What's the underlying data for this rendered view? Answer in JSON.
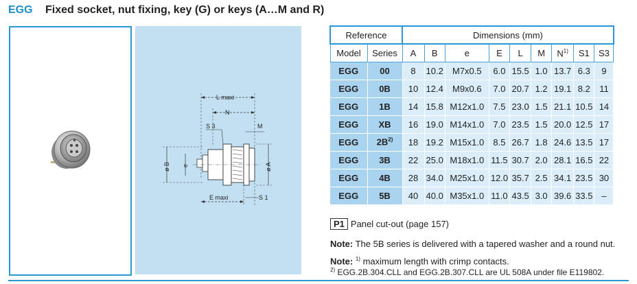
{
  "header": {
    "code": "EGG",
    "title": "Fixed socket, nut fixing, key (G) or keys (A…M and R)"
  },
  "diagram": {
    "labels": {
      "l_maxi": "L maxi",
      "n": "N",
      "s3": "S 3",
      "m": "M",
      "dia_b": "ø B",
      "e": "e",
      "dia_a": "ø A",
      "e_maxi": "E  maxi",
      "s1": "S 1"
    }
  },
  "table": {
    "group_reference": "Reference",
    "group_dimensions": "Dimensions (mm)",
    "col_model": "Model",
    "col_series": "Series",
    "columns": [
      "A",
      "B",
      "e",
      "E",
      "L",
      "M",
      "N",
      "S1",
      "S3"
    ],
    "n_sup": "1)",
    "rows": [
      {
        "model": "EGG",
        "series": "00",
        "series_sup": "",
        "vals": [
          "8",
          "10.2",
          "M7x0.5",
          "6.0",
          "15.5",
          "1.0",
          "13.7",
          "6.3",
          "9"
        ]
      },
      {
        "model": "EGG",
        "series": "0B",
        "series_sup": "",
        "vals": [
          "10",
          "12.4",
          "M9x0.6",
          "7.0",
          "20.7",
          "1.2",
          "19.1",
          "8.2",
          "11"
        ]
      },
      {
        "model": "EGG",
        "series": "1B",
        "series_sup": "",
        "vals": [
          "14",
          "15.8",
          "M12x1.0",
          "7.5",
          "23.0",
          "1.5",
          "21.1",
          "10.5",
          "14"
        ]
      },
      {
        "model": "EGG",
        "series": "XB",
        "series_sup": "",
        "vals": [
          "16",
          "19.0",
          "M14x1.0",
          "7.0",
          "23.5",
          "1.5",
          "20.0",
          "12.5",
          "17"
        ]
      },
      {
        "model": "EGG",
        "series": "2B",
        "series_sup": "2)",
        "vals": [
          "18",
          "19.2",
          "M15x1.0",
          "8.5",
          "26.7",
          "1.8",
          "24.6",
          "13.5",
          "17"
        ]
      },
      {
        "model": "EGG",
        "series": "3B",
        "series_sup": "",
        "vals": [
          "22",
          "25.0",
          "M18x1.0",
          "11.5",
          "30.7",
          "2.0",
          "28.1",
          "16.5",
          "22"
        ]
      },
      {
        "model": "EGG",
        "series": "4B",
        "series_sup": "",
        "vals": [
          "28",
          "34.0",
          "M25x1.0",
          "12.0",
          "35.7",
          "2.5",
          "34.1",
          "23.5",
          "30"
        ]
      },
      {
        "model": "EGG",
        "series": "5B",
        "series_sup": "",
        "vals": [
          "40",
          "40.0",
          "M35x1.0",
          "11.0",
          "43.5",
          "3.0",
          "39.6",
          "33.5",
          "–"
        ]
      }
    ]
  },
  "panel": {
    "tag": "P1",
    "text": "Panel cut-out (page 157)"
  },
  "notes": {
    "label": "Note:",
    "note1": "The 5B series is delivered with a tapered washer and a round nut.",
    "sup1": "1)",
    "note2_line1": "maximum length with crimp contacts.",
    "sup2": "2)",
    "note2_line2": "EGG.2B.304.CLL and EGG.2B.307.CLL are UL 508A under file E119802."
  }
}
